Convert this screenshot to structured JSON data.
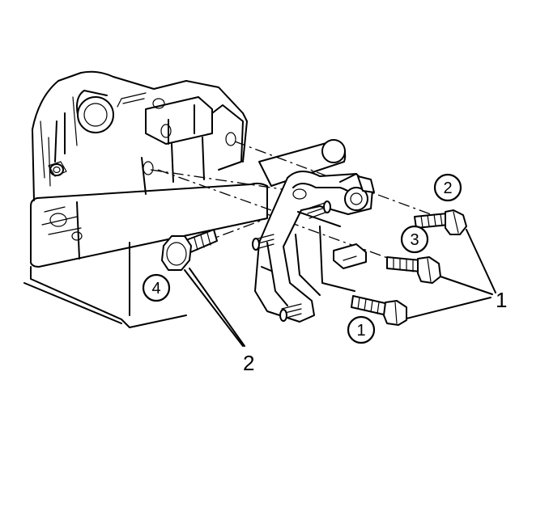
{
  "callouts": {
    "c1": "1",
    "c2": "2",
    "c3": "3",
    "c4": "4"
  },
  "labels": {
    "right_label": "1",
    "bottom_label": "2"
  }
}
